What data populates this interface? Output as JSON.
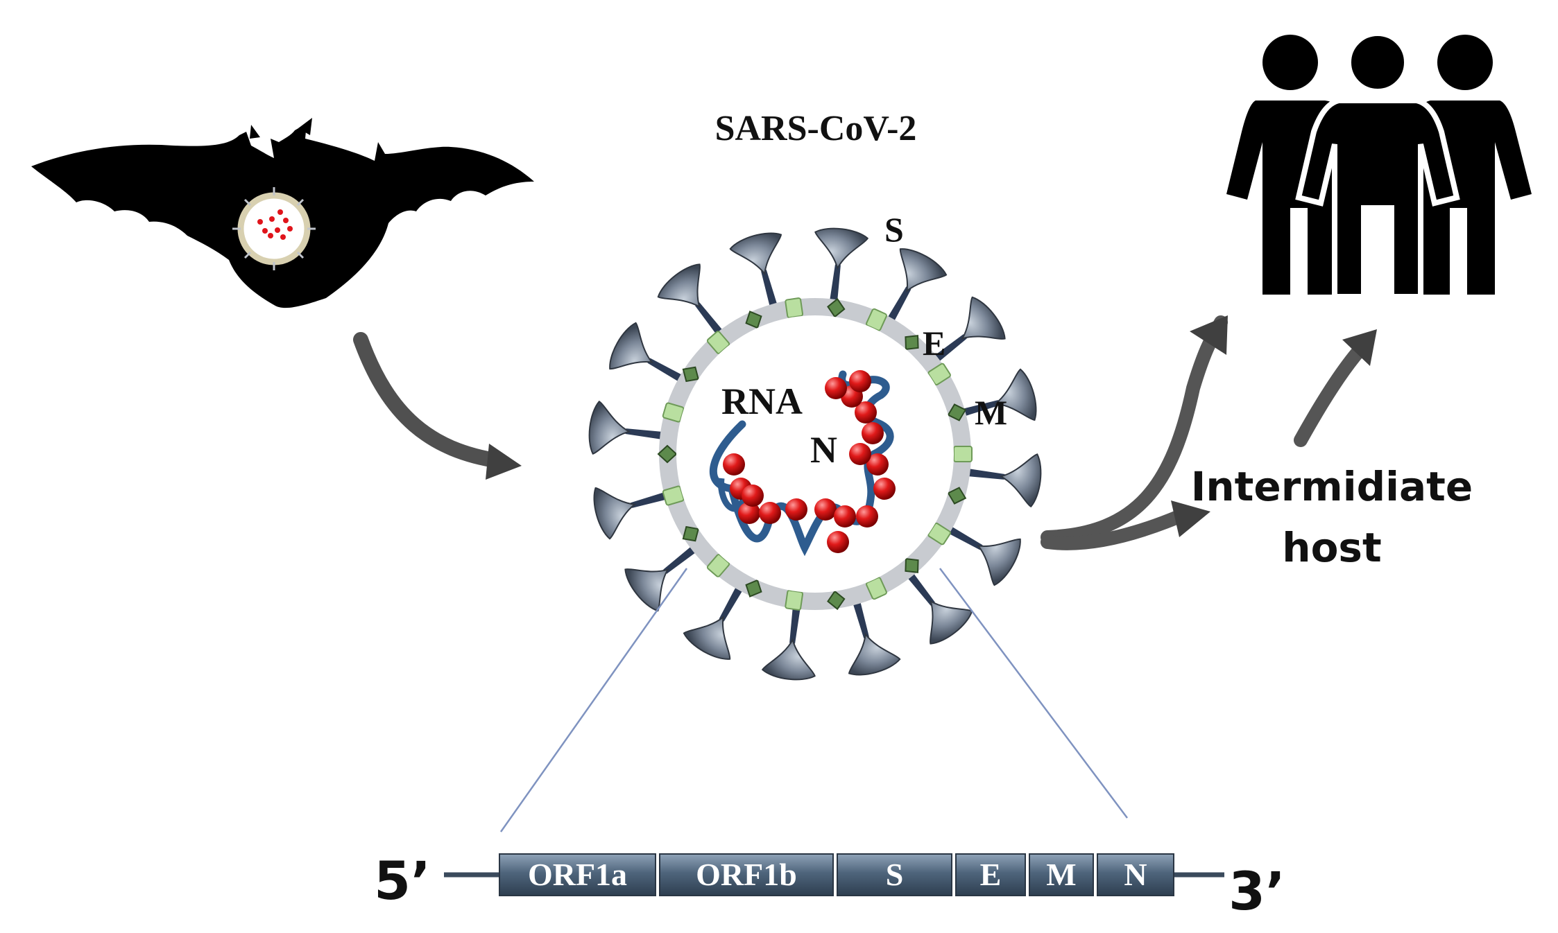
{
  "title": "SARS-CoV-2",
  "virion_labels": {
    "spike": "S",
    "envelope": "E",
    "membrane": "M",
    "rna": "RNA",
    "nucleocapsid": "N"
  },
  "intermediate_host": {
    "line1": "Intermidiate",
    "line2": "host"
  },
  "genome": {
    "five_prime": "5’",
    "three_prime": "3’",
    "segments": [
      "ORF1a",
      "ORF1b",
      "S",
      "E",
      "M",
      "N"
    ]
  },
  "colors": {
    "bat": "#000000",
    "spike": "#6f7b8c",
    "envelope": "#b9dfa0",
    "membrane": "#5d8a4c",
    "rna": "#2e5c8f",
    "nucleocapsid": "#e0141b",
    "genome_box": "#4a5f75",
    "arrow": "#555555",
    "zoom_line": "#7f93c0"
  },
  "icons": {
    "reservoir": "bat-icon",
    "humans": "people-icon"
  }
}
